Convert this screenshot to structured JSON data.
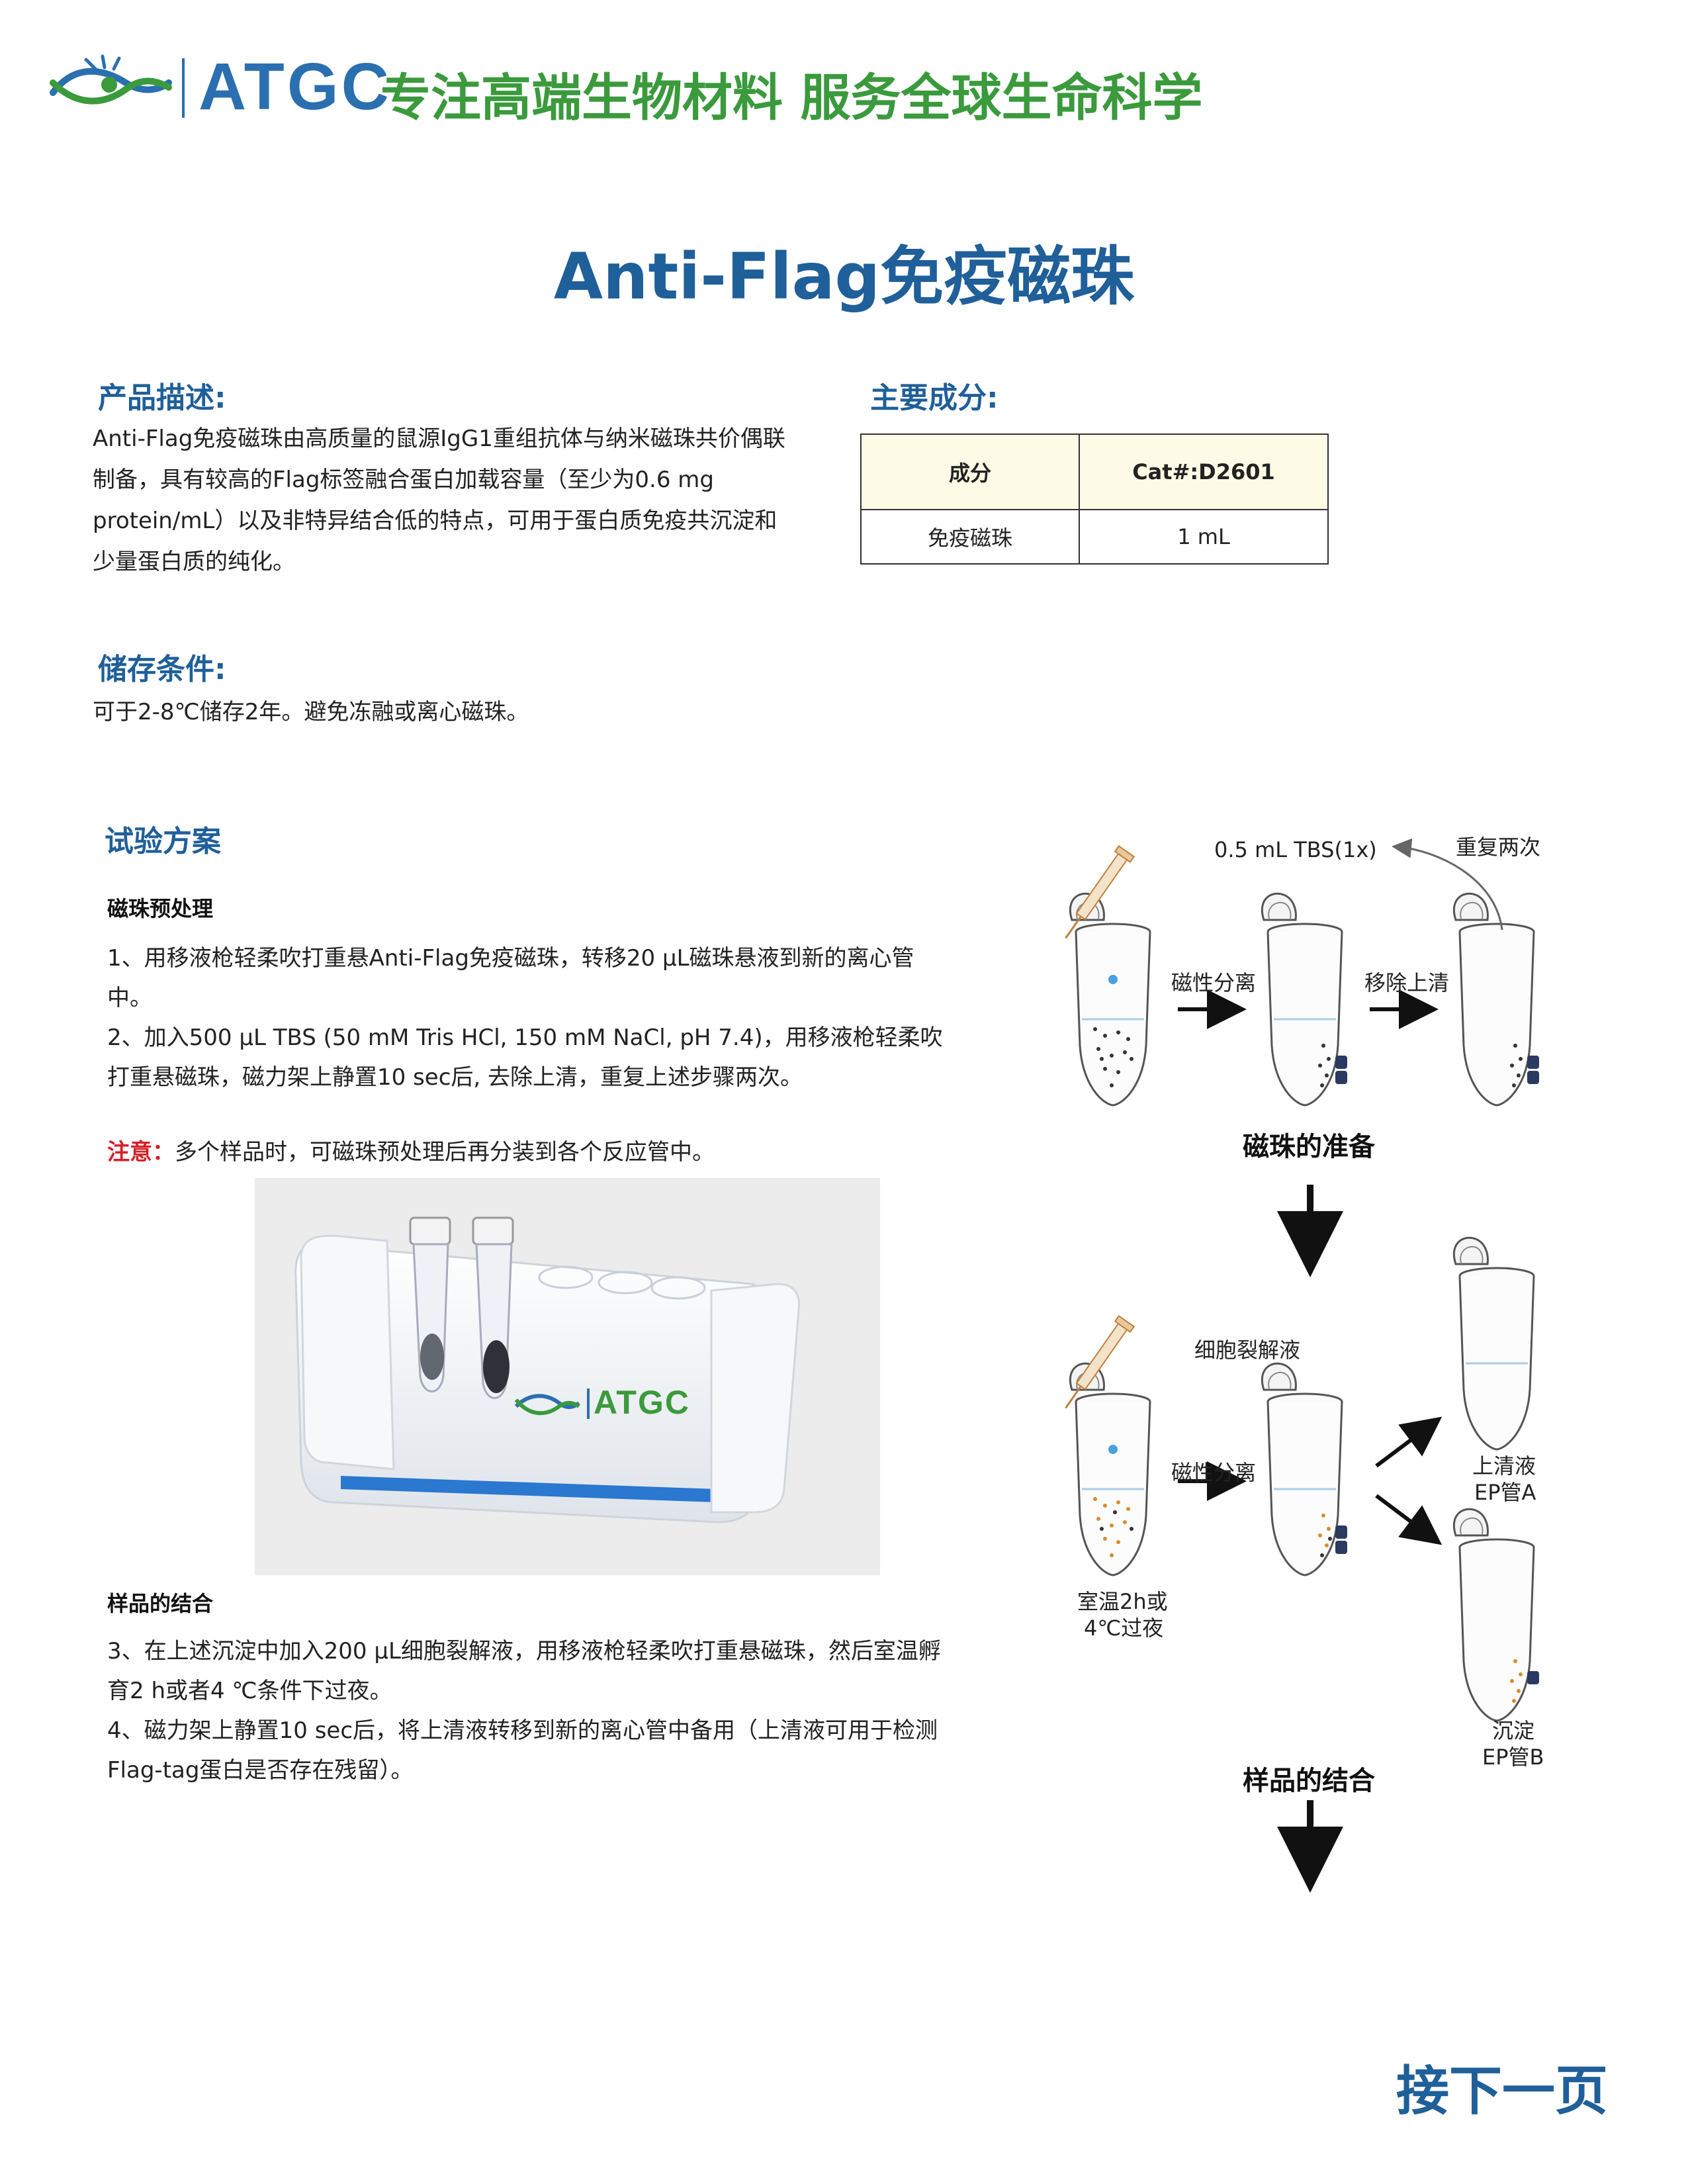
{
  "header": {
    "brand": "ATGC",
    "slogan": "专注高端生物材料  服务全球生命科学"
  },
  "title": "Anti-Flag免疫磁珠",
  "description": {
    "heading": "产品描述:",
    "lines": [
      "Anti-Flag免疫磁珠由高质量的鼠源IgG1重组抗体与纳米磁珠共价偶联",
      "制备，具有较高的Flag标签融合蛋白加载容量（至少为0.6 mg",
      "protein/mL）以及非特异结合低的特点，可用于蛋白质免疫共沉淀和",
      "少量蛋白质的纯化。"
    ]
  },
  "components": {
    "heading": "主要成分:",
    "headers": [
      "成分",
      "Cat#:D2601"
    ],
    "rows": [
      [
        "免疫磁珠",
        "1 mL"
      ]
    ]
  },
  "storage": {
    "heading": "储存条件:",
    "text": "可于2-8℃储存2年。避免冻融或离心磁珠。"
  },
  "protocol": {
    "heading": "试验方案",
    "pretreat": {
      "title": "磁珠预处理",
      "lines": [
        "1、用移液枪轻柔吹打重悬Anti-Flag免疫磁珠，转移20 µL磁珠悬液到新的离心管",
        "中。",
        "2、加入500 µL TBS (50 mM Tris HCl, 150 mM NaCl, pH 7.4)，用移液枪轻柔吹",
        "打重悬磁珠，磁力架上静置10 sec后, 去除上清，重复上述步骤两次。"
      ],
      "note_label": "注意：",
      "note_text": "多个样品时，可磁珠预处理后再分装到各个反应管中。"
    },
    "photo": {
      "brand": "ATGC"
    },
    "binding": {
      "title": "样品的结合",
      "lines": [
        "3、在上述沉淀中加入200 µL细胞裂解液，用移液枪轻柔吹打重悬磁珠，然后室温孵",
        "育2 h或者4 ℃条件下过夜。",
        "4、磁力架上静置10 sec后，将上清液转移到新的离心管中备用（上清液可用于检测",
        "Flag-tag蛋白是否存在残留）。"
      ]
    }
  },
  "diagram": {
    "tbs": "0.5 mL TBS(1x)",
    "repeat": "重复两次",
    "magnet_sep_1": "磁性分离",
    "remove_sup": "移除上清",
    "prep_caption": "磁珠的准备",
    "lysate": "细胞裂解液",
    "magnet_sep_2": "磁性分离",
    "supernatant": "上清液",
    "tube_a": "EP管A",
    "incubate_1": "室温2h或",
    "incubate_2": "4℃过夜",
    "pellet": "沉淀",
    "tube_b": "EP管B",
    "binding_caption": "样品的结合"
  },
  "footer": {
    "next": "接下一页"
  },
  "colors": {
    "accent": "#1f5f9a",
    "brand_green": "#3a9a3c",
    "note": "#d4202a"
  }
}
